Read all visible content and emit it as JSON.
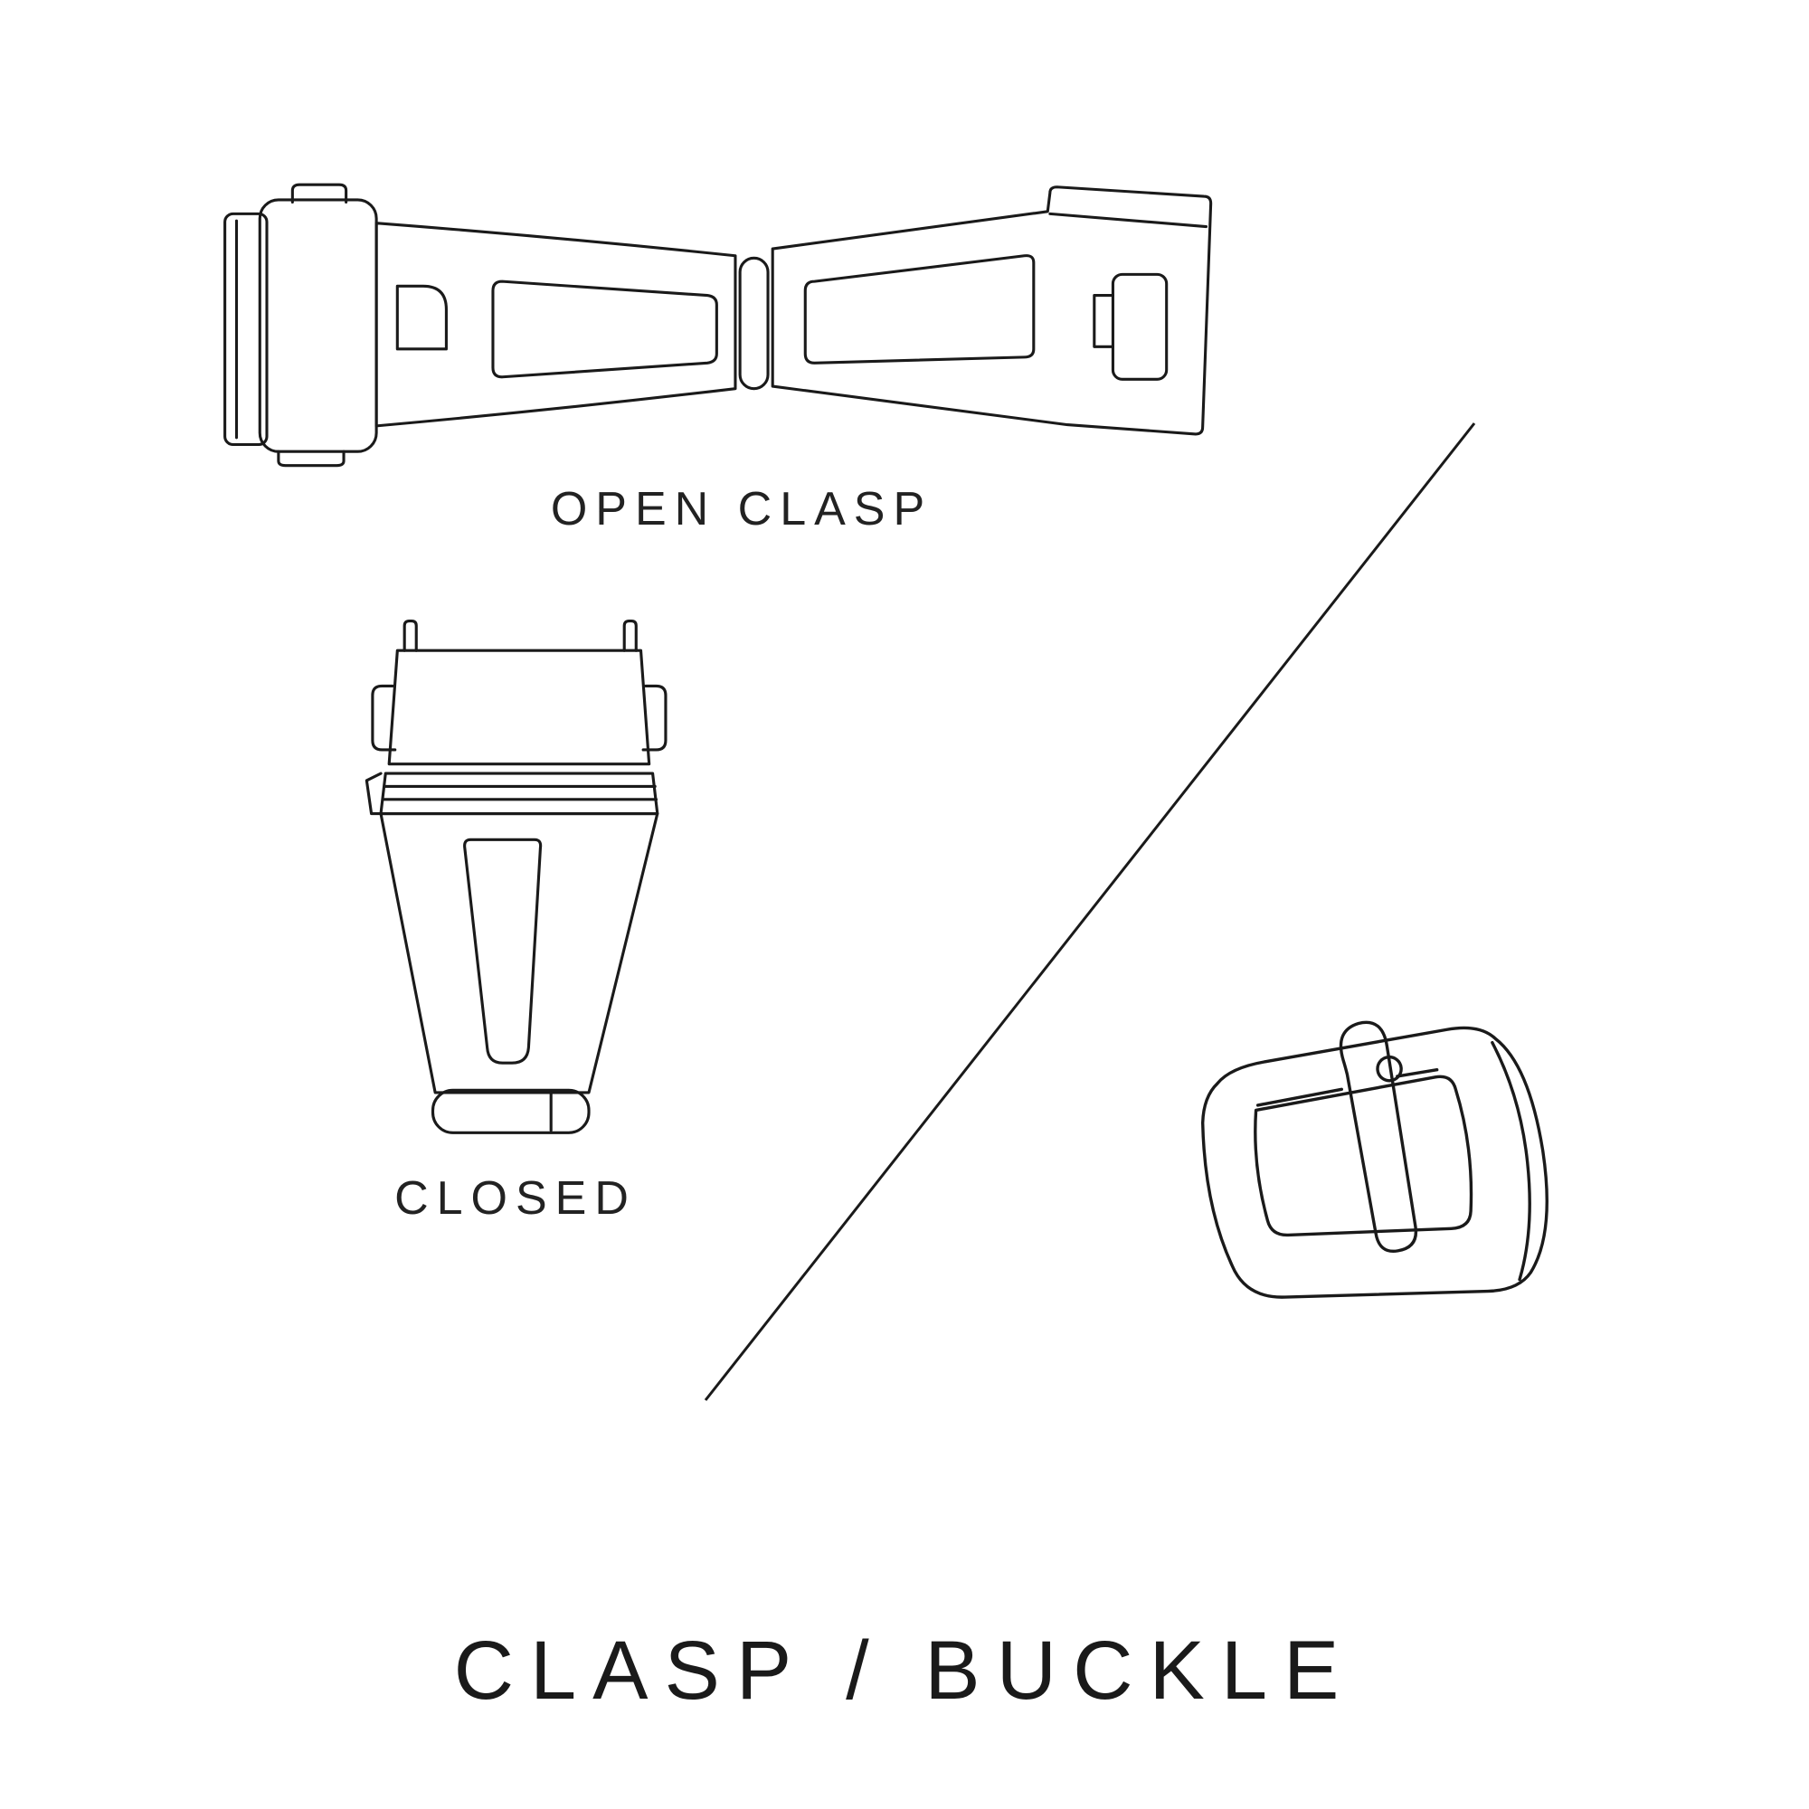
{
  "page": {
    "title": "CLASP / BUCKLE"
  },
  "figures": {
    "open_clasp": {
      "label": "OPEN CLASP"
    },
    "closed_clasp": {
      "label": "CLOSED"
    },
    "buckle": {
      "label": ""
    }
  },
  "colors": {
    "background": "#ffffff",
    "line": "#1a1a1a",
    "text": "#1a1a1a"
  }
}
